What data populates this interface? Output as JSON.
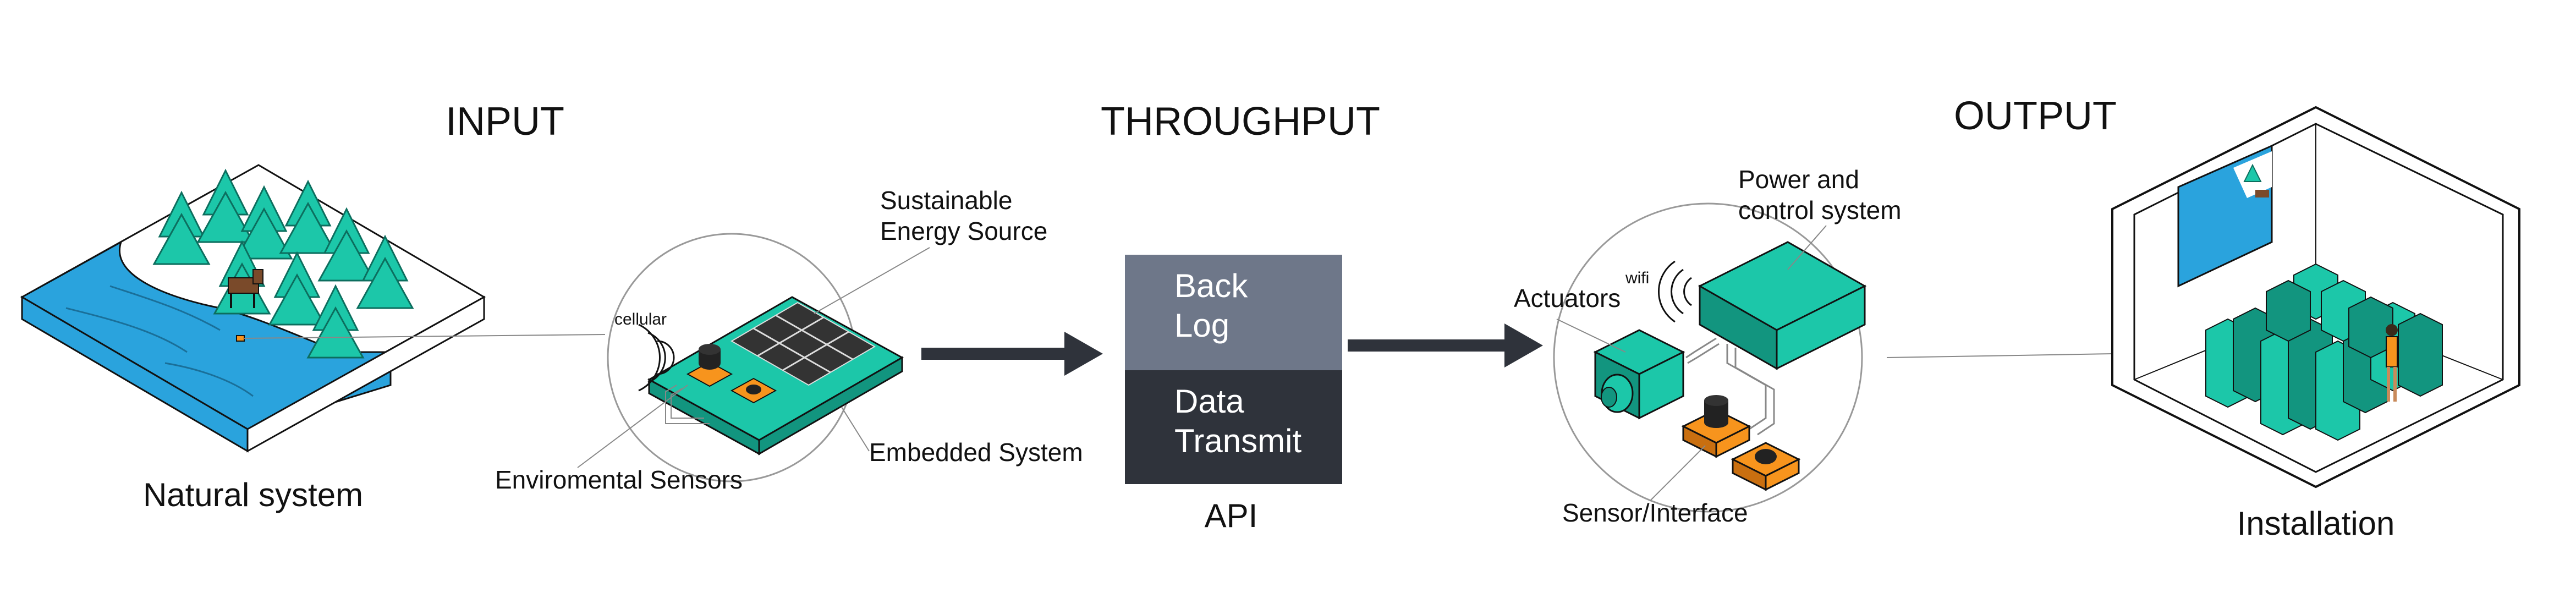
{
  "sections": {
    "input": "INPUT",
    "throughput": "THROUGHPUT",
    "output": "OUTPUT"
  },
  "input": {
    "natural_system": "Natural system",
    "sustainable_energy_line1": "Sustainable",
    "sustainable_energy_line2": "Energy Source",
    "cellular": "cellular",
    "embedded_system": "Embedded System",
    "environmental_sensors": "Enviromental Sensors"
  },
  "throughput": {
    "back_log_line1": "Back",
    "back_log_line2": "Log",
    "data_transmit_line1": "Data",
    "data_transmit_line2": "Transmit",
    "api": "API"
  },
  "output": {
    "power_control_line1": "Power and",
    "power_control_line2": "control system",
    "actuators": "Actuators",
    "wifi": "wifi",
    "sensor_interface": "Sensor/Interface",
    "installation": "Installation"
  },
  "colors": {
    "teal": "#1cc7a9",
    "teal_dark": "#12957f",
    "water": "#2aa3dd",
    "orange": "#f7941d",
    "backlog_box": "#6e7789",
    "transmit_box": "#2f333b",
    "arrow": "#2f333b"
  }
}
